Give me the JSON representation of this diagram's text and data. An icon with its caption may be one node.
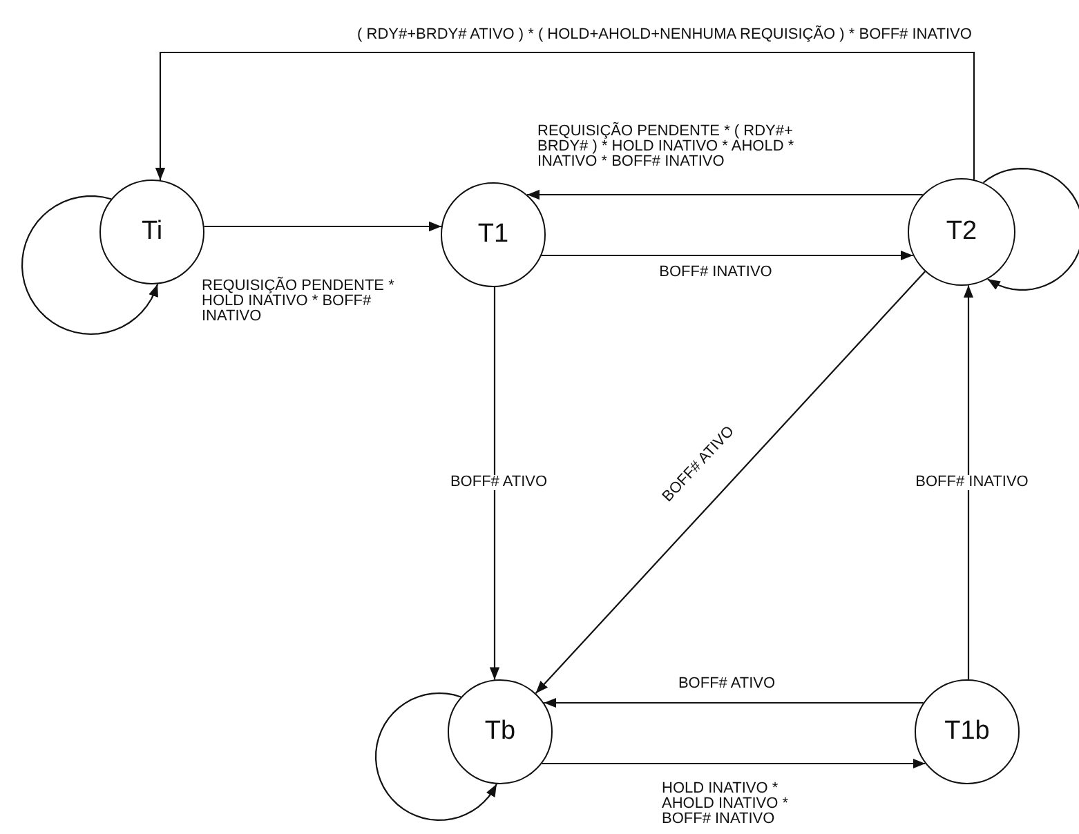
{
  "diagram": {
    "nodes": [
      {
        "text": [
          "Ti"
        ]
      },
      {
        "text": [
          "T1"
        ]
      },
      {
        "text": [
          "T2"
        ]
      },
      {
        "text": [
          "Tb"
        ]
      },
      {
        "text": [
          "T1b"
        ]
      }
    ],
    "edges": [
      {
        "from": 0,
        "to": 1,
        "arrow": "to",
        "label": "REQUISIÇÃO PENDENTE * HOLD INATIVO * BOFF# INATIVO"
      },
      {
        "from": 1,
        "to": 2,
        "arrow": "to",
        "label": "BOFF# INATIVO"
      },
      {
        "from": 2,
        "to": 1,
        "arrow": "to",
        "label": "REQUISIÇÃO PENDENTE * ( RDY#+ BRDY# ) * HOLD INATIVO * AHOLD * INATIVO * BOFF# INATIVO"
      },
      {
        "from": 2,
        "to": 0,
        "arrow": "to",
        "label": "( RDY#+BRDY# ATIVO ) * ( HOLD+AHOLD+NENHUMA REQUISIÇÃO ) * BOFF# INATIVO"
      },
      {
        "from": 1,
        "to": 3,
        "arrow": "to",
        "label": "BOFF# ATIVO"
      },
      {
        "from": 2,
        "to": 3,
        "arrow": "to",
        "label": "BOFF# ATIVO"
      },
      {
        "from": 4,
        "to": 2,
        "arrow": "to",
        "label": "BOFF# INATIVO"
      },
      {
        "from": 4,
        "to": 3,
        "arrow": "to",
        "label": "BOFF# ATIVO"
      },
      {
        "from": 3,
        "to": 4,
        "arrow": "to",
        "label": "HOLD INATIVO * AHOLD INATIVO * BOFF# INATIVO"
      },
      {
        "from": 0,
        "to": 0,
        "arrow": "to"
      },
      {
        "from": 2,
        "to": 2,
        "arrow": "to"
      },
      {
        "from": 3,
        "to": 3,
        "arrow": "to"
      }
    ]
  }
}
